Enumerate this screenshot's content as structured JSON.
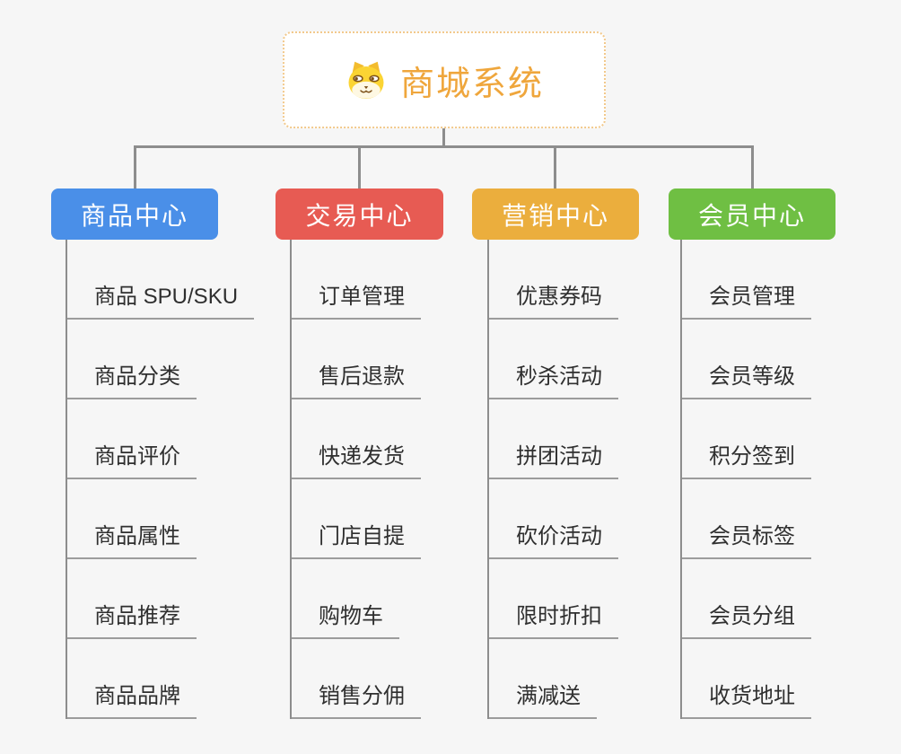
{
  "root": {
    "title": "商城系统",
    "icon": "dog-face-icon"
  },
  "colors": {
    "background": "#f6f6f6",
    "root_border": "#f2c98c",
    "root_text": "#efa63c",
    "connector": "#8d8d8d",
    "leaf_underline": "#9c9c9c",
    "leaf_text": "#2f2f2f"
  },
  "branches": [
    {
      "label": "商品中心",
      "name": "product-center",
      "color": "#4a8fe8",
      "items": [
        "商品 SPU/SKU",
        "商品分类",
        "商品评价",
        "商品属性",
        "商品推荐",
        "商品品牌"
      ]
    },
    {
      "label": "交易中心",
      "name": "trade-center",
      "color": "#e75b53",
      "items": [
        "订单管理",
        "售后退款",
        "快递发货",
        "门店自提",
        "购物车",
        "销售分佣"
      ]
    },
    {
      "label": "营销中心",
      "name": "marketing-center",
      "color": "#ebae3d",
      "items": [
        "优惠券码",
        "秒杀活动",
        "拼团活动",
        "砍价活动",
        "限时折扣",
        "满减送"
      ]
    },
    {
      "label": "会员中心",
      "name": "member-center",
      "color": "#6fbf43",
      "items": [
        "会员管理",
        "会员等级",
        "积分签到",
        "会员标签",
        "会员分组",
        "收货地址"
      ]
    }
  ]
}
